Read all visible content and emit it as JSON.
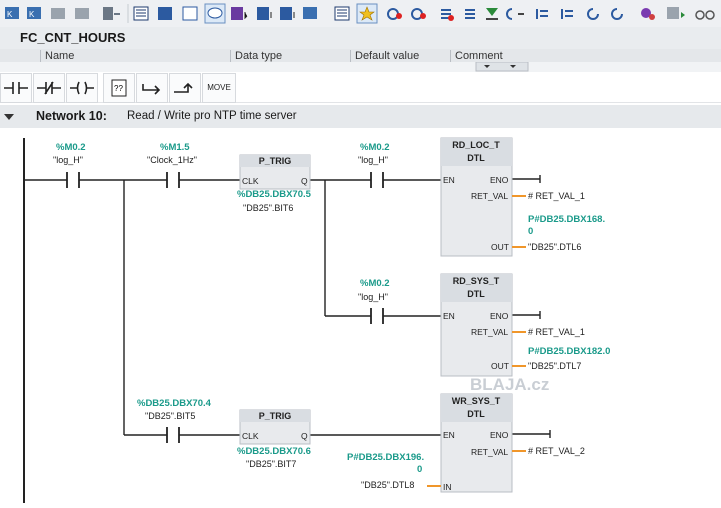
{
  "block": {
    "name": "FC_CNT_HOURS"
  },
  "columns": {
    "name": "Name",
    "datatype": "Data type",
    "default": "Default value",
    "comment": "Comment"
  },
  "ladder_toolbar": {
    "move_label": "MOVE"
  },
  "network": {
    "number": "Network 10:",
    "comment": "Read / Write pro NTP time server"
  },
  "contacts": {
    "c1": {
      "address": "%M0.2",
      "symbol": "\"log_H\""
    },
    "c2": {
      "address": "%M1.5",
      "symbol": "\"Clock_1Hz\""
    },
    "c3": {
      "address": "%M0.2",
      "symbol": "\"log_H\""
    },
    "c4": {
      "address": "%M0.2",
      "symbol": "\"log_H\""
    },
    "c5": {
      "address": "%DB25.DBX70.4",
      "symbol": "\"DB25\".BIT5"
    }
  },
  "ptrig1": {
    "title": "P_TRIG",
    "clk": "CLK",
    "q": "Q",
    "address": "%DB25.DBX70.5",
    "symbol": "\"DB25\".BIT6"
  },
  "ptrig2": {
    "title": "P_TRIG",
    "clk": "CLK",
    "q": "Q",
    "address": "%DB25.DBX70.6",
    "symbol": "\"DB25\".BIT7"
  },
  "rd_loc": {
    "title": "RD_LOC_T",
    "type": "DTL",
    "en": "EN",
    "eno": "ENO",
    "ret": "RET_VAL",
    "out": "OUT",
    "ret_operand": "# RET_VAL_1",
    "out_addr_1": "P#DB25.DBX168.",
    "out_addr_2": "0",
    "out_symbol": "\"DB25\".DTL6"
  },
  "rd_sys": {
    "title": "RD_SYS_T",
    "type": "DTL",
    "en": "EN",
    "eno": "ENO",
    "ret": "RET_VAL",
    "out": "OUT",
    "ret_operand": "# RET_VAL_1",
    "out_addr": "P#DB25.DBX182.0",
    "out_symbol": "\"DB25\".DTL7"
  },
  "wr_sys": {
    "title": "WR_SYS_T",
    "type": "DTL",
    "en": "EN",
    "eno": "ENO",
    "ret": "RET_VAL",
    "in": "IN",
    "ret_operand": "# RET_VAL_2",
    "in_addr_1": "P#DB25.DBX196.",
    "in_addr_2": "0",
    "in_symbol": "\"DB25\".DTL8"
  },
  "watermark": "BLAJA.cz",
  "colors": {
    "address": "#1a9a8a",
    "box_fill": "#e8eaed",
    "box_head": "#d9dde2",
    "pin_orange": "#f0962a"
  }
}
